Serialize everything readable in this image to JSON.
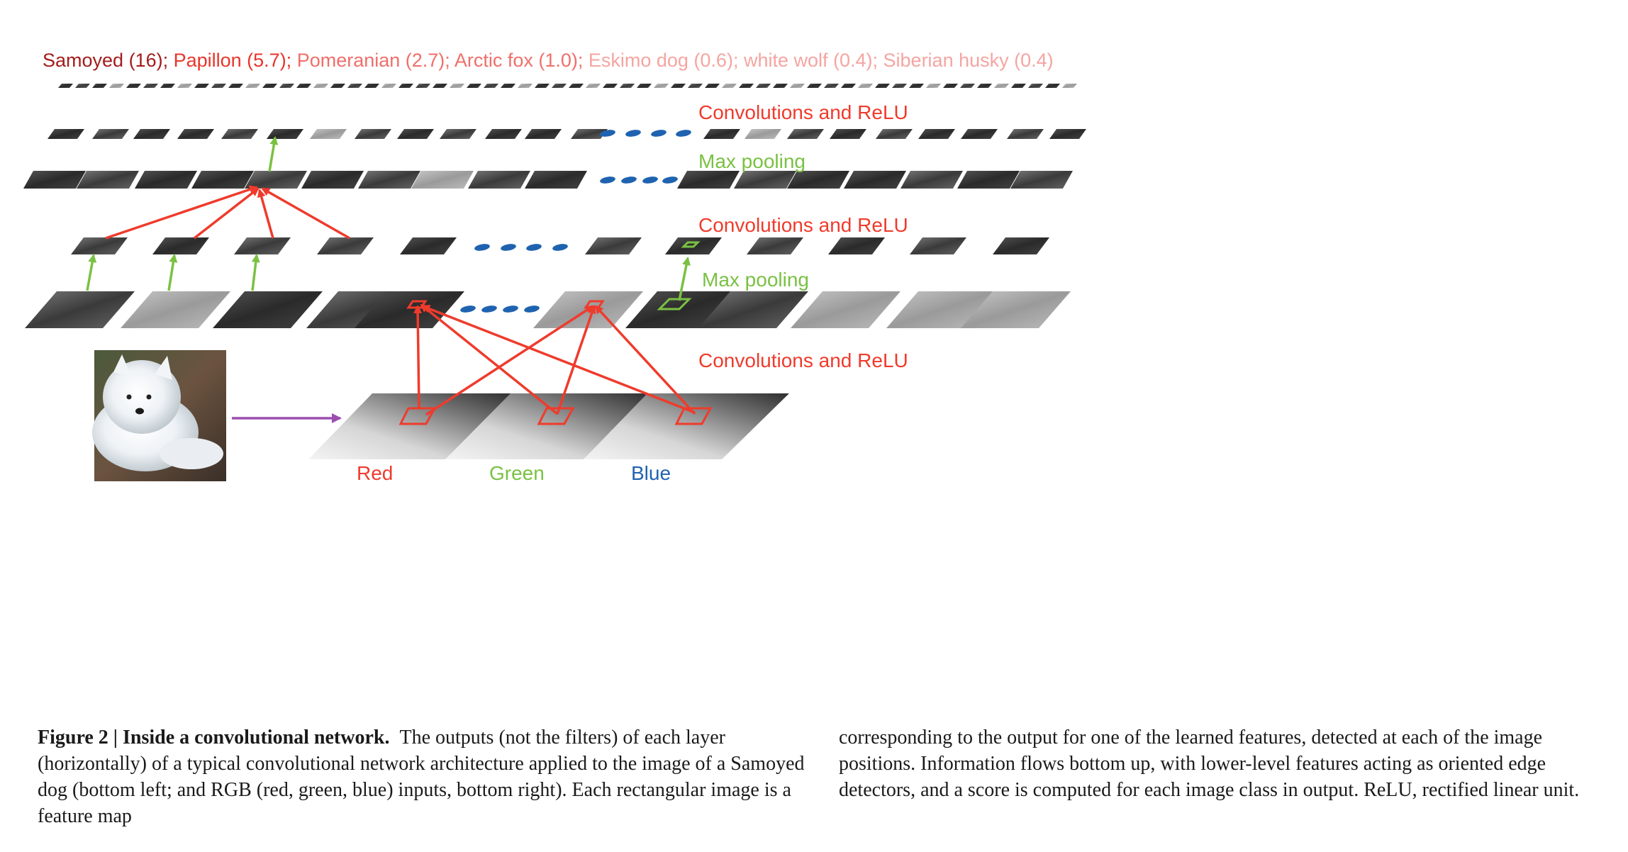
{
  "class_scores": [
    {
      "label": "Samoyed (16);",
      "color": "#a31c1c"
    },
    {
      "label": "Papillon (5.7);",
      "color": "#e8352b"
    },
    {
      "label": "Pomeranian (2.7);",
      "color": "#ef6f6a"
    },
    {
      "label": "Arctic fox (1.0);",
      "color": "#ef6f6a"
    },
    {
      "label": "Eskimo dog (0.6);",
      "color": "#f5a5a1"
    },
    {
      "label": "white wolf (0.4);",
      "color": "#f5a5a1"
    },
    {
      "label": "Siberian husky (0.4)",
      "color": "#f5a5a1"
    }
  ],
  "layer_labels": {
    "conv_top": "Convolutions and ReLU",
    "pool_top": "Max pooling",
    "conv_mid": "Convolutions and ReLU",
    "pool_mid": "Max pooling",
    "conv_bottom": "Convolutions and ReLU"
  },
  "channels": {
    "red": "Red",
    "green": "Green",
    "blue": "Blue"
  },
  "colors": {
    "red": "#ef3b2c",
    "green": "#7ac143",
    "blue": "#1f63b0",
    "purple": "#9b4fb0"
  },
  "caption": {
    "title": "Figure 2 | Inside a convolutional network.",
    "left": "The outputs (not the filters) of each layer (horizontally) of a typical convolutional network architecture applied to the image of a Samoyed dog (bottom left; and RGB (red, green, blue) inputs, bottom right). Each rectangular image is a feature map",
    "right": "corresponding to the output for one of the learned features, detected at each of the image positions. Information flows bottom up, with lower-level features acting as oriented edge detectors, and a score is computed for each image class in output. ReLU, rectified linear unit."
  }
}
